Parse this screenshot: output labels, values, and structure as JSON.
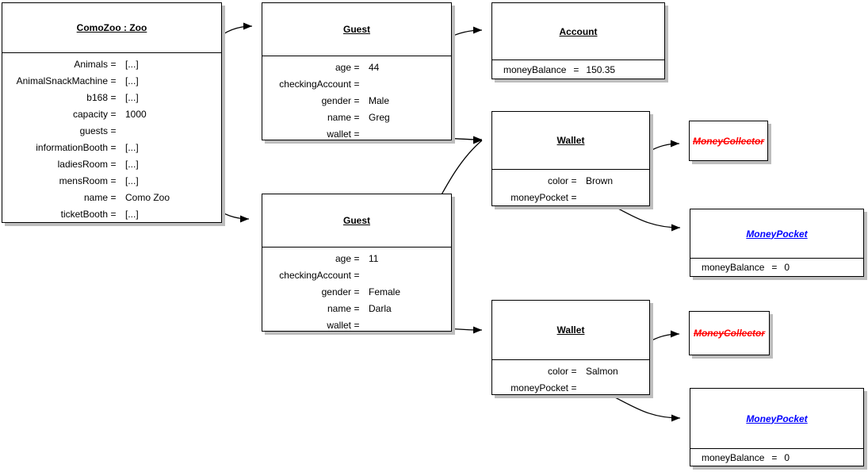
{
  "eq": "=",
  "colors": {
    "background": "#ffffff",
    "box_border": "#000000",
    "box_shadow": "#bdbdbd",
    "line": "#000000",
    "collector_text": "#ff0000",
    "pocket_text": "#0000ff"
  },
  "nodes": {
    "zoo": {
      "title": "ComoZoo : Zoo",
      "fields": [
        {
          "label": "Animals",
          "value": "[...]"
        },
        {
          "label": "AnimalSnackMachine",
          "value": "[...]"
        },
        {
          "label": "b168",
          "value": "[...]"
        },
        {
          "label": "capacity",
          "value": "1000"
        },
        {
          "label": "guests",
          "value": ""
        },
        {
          "label": "informationBooth",
          "value": "[...]"
        },
        {
          "label": "ladiesRoom",
          "value": "[...]"
        },
        {
          "label": "mensRoom",
          "value": "[...]"
        },
        {
          "label": "name",
          "value": "Como Zoo"
        },
        {
          "label": "ticketBooth",
          "value": "[...]"
        }
      ]
    },
    "guest1": {
      "title": "Guest",
      "fields": [
        {
          "label": "age",
          "value": "44"
        },
        {
          "label": "checkingAccount",
          "value": ""
        },
        {
          "label": "gender",
          "value": "Male"
        },
        {
          "label": "name",
          "value": "Greg"
        },
        {
          "label": "wallet",
          "value": ""
        }
      ]
    },
    "account": {
      "title": "Account",
      "fields": [
        {
          "label": "moneyBalance",
          "value": "150.35"
        }
      ]
    },
    "wallet1": {
      "title": "Wallet",
      "fields": [
        {
          "label": "color",
          "value": "Brown"
        },
        {
          "label": "moneyPocket",
          "value": ""
        }
      ]
    },
    "collector1": {
      "title": "MoneyCollector"
    },
    "pocket1": {
      "title": "MoneyPocket",
      "fields": [
        {
          "label": "moneyBalance",
          "value": "0"
        }
      ]
    },
    "guest2": {
      "title": "Guest",
      "fields": [
        {
          "label": "age",
          "value": "11"
        },
        {
          "label": "checkingAccount",
          "value": ""
        },
        {
          "label": "gender",
          "value": "Female"
        },
        {
          "label": "name",
          "value": "Darla"
        },
        {
          "label": "wallet",
          "value": ""
        }
      ]
    },
    "wallet2": {
      "title": "Wallet",
      "fields": [
        {
          "label": "color",
          "value": "Salmon"
        },
        {
          "label": "moneyPocket",
          "value": ""
        }
      ]
    },
    "collector2": {
      "title": "MoneyCollector"
    },
    "pocket2": {
      "title": "MoneyPocket",
      "fields": [
        {
          "label": "moneyBalance",
          "value": "0"
        }
      ]
    }
  },
  "references": [
    {
      "from": "zoo.guests",
      "to": "guest1"
    },
    {
      "from": "zoo.guests",
      "to": "guest2"
    },
    {
      "from": "guest1.checkingAccount",
      "to": "account"
    },
    {
      "from": "guest1.wallet",
      "to": "wallet1"
    },
    {
      "from": "guest2.checkingAccount",
      "to": "wallet1"
    },
    {
      "from": "guest2.wallet",
      "to": "wallet2"
    },
    {
      "from": "wallet1.moneyPocket",
      "to": "collector1"
    },
    {
      "from": "wallet1.moneyPocket",
      "to": "pocket1"
    },
    {
      "from": "wallet2.moneyPocket",
      "to": "collector2"
    },
    {
      "from": "wallet2.moneyPocket",
      "to": "pocket2"
    }
  ]
}
